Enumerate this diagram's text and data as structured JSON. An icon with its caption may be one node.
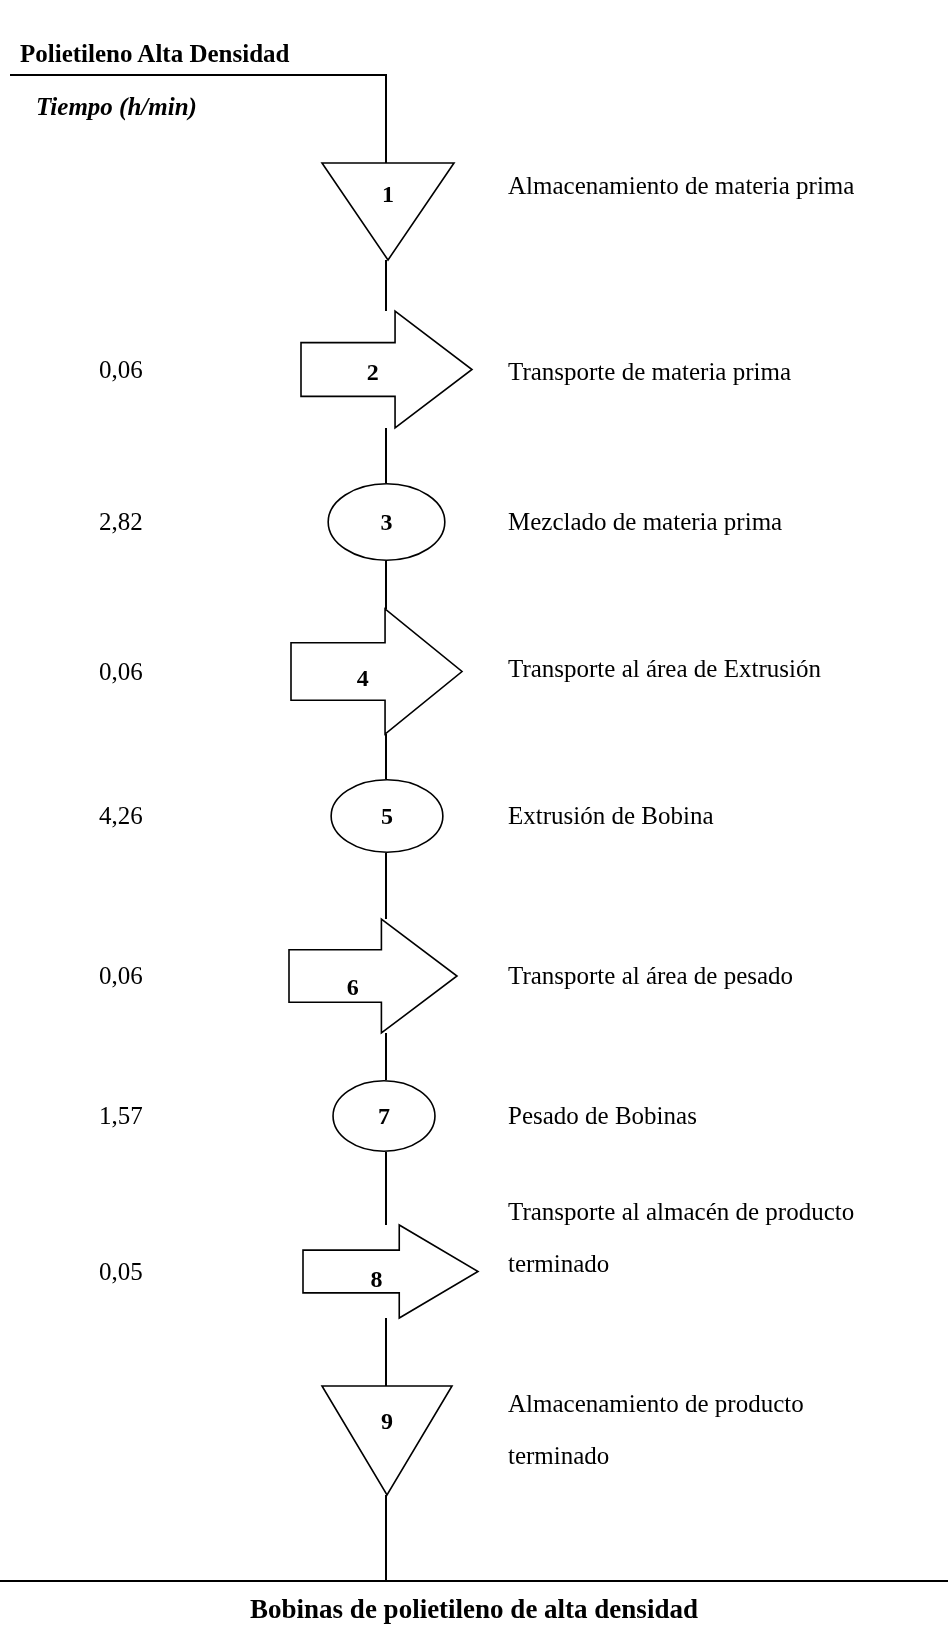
{
  "diagram": {
    "title": "Polietileno Alta Densidad",
    "caption": "Bobinas de polietileno de alta densidad",
    "nodes": [
      {
        "text": [
          "1"
        ],
        "beside": [
          "Almacenamiento de materia prima"
        ]
      },
      {
        "text": [
          "2"
        ],
        "beside": [
          "Transporte de materia prima"
        ]
      },
      {
        "text": [
          "3"
        ],
        "beside": [
          "Mezclado de materia prima"
        ]
      },
      {
        "text": [
          "4"
        ],
        "beside": [
          "Transporte al área de Extrusión"
        ]
      },
      {
        "text": [
          "5"
        ],
        "beside": [
          "Extrusión de Bobina"
        ]
      },
      {
        "text": [
          "6"
        ],
        "beside": [
          "Transporte al área de pesado"
        ]
      },
      {
        "text": [
          "7"
        ],
        "beside": [
          "Pesado de Bobinas"
        ]
      },
      {
        "text": [
          "8"
        ],
        "beside": [
          "Transporte al almacén de producto terminado"
        ]
      },
      {
        "text": [
          "9"
        ],
        "beside": [
          "Almacenamiento de producto terminado"
        ]
      }
    ],
    "edges": [
      {
        "from": null,
        "to": 0,
        "arrow": "none"
      },
      {
        "from": 0,
        "to": 1,
        "arrow": "none"
      },
      {
        "from": 1,
        "to": 2,
        "arrow": "none"
      },
      {
        "from": 2,
        "to": 3,
        "arrow": "none"
      },
      {
        "from": 3,
        "to": 4,
        "arrow": "none"
      },
      {
        "from": 4,
        "to": 5,
        "arrow": "none"
      },
      {
        "from": 5,
        "to": 6,
        "arrow": "none"
      },
      {
        "from": 6,
        "to": 7,
        "arrow": "none"
      },
      {
        "from": 7,
        "to": 8,
        "arrow": "none"
      },
      {
        "from": 8,
        "to": null,
        "arrow": "none"
      }
    ],
    "labels": [
      "Tiempo (h/min)",
      "0,06",
      "2,82",
      "0,06",
      "4,26",
      "0,06",
      "1,57",
      "0,05"
    ]
  }
}
